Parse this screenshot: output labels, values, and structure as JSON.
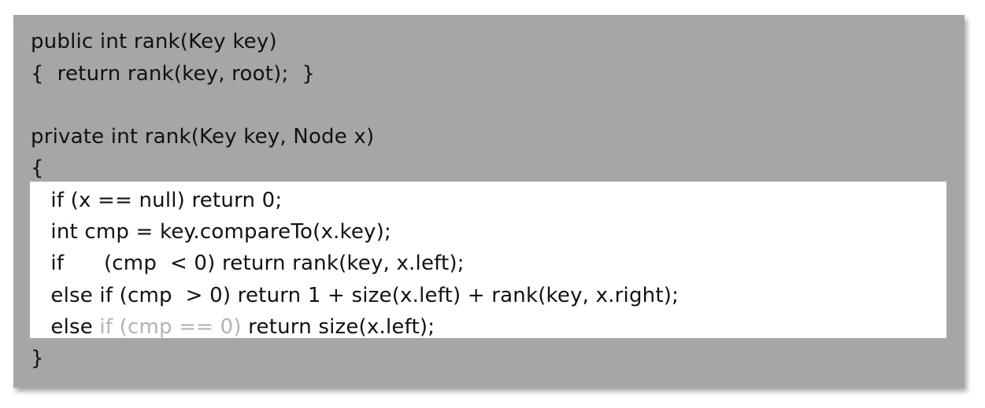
{
  "code": {
    "lines": [
      "public int rank(Key key)",
      "{  return rank(key, root);  }",
      "",
      "private int rank(Key key, Node x)",
      "{",
      "   if (x == null) return 0;",
      "   int cmp = key.compareTo(x.key);",
      "   if      (cmp  < 0) return rank(key, x.left);",
      "   else if (cmp  > 0) return 1 + size(x.left) + rank(key, x.right);",
      "}"
    ],
    "last_line": {
      "prefix": "   else ",
      "faded": "if (cmp == 0)",
      "suffix": " return size(x.left);"
    }
  },
  "colors": {
    "panel_background": "#a6a6a6",
    "highlight_background": "#ffffff",
    "code_text": "#111111",
    "faded_text": "#b3b3b3"
  }
}
